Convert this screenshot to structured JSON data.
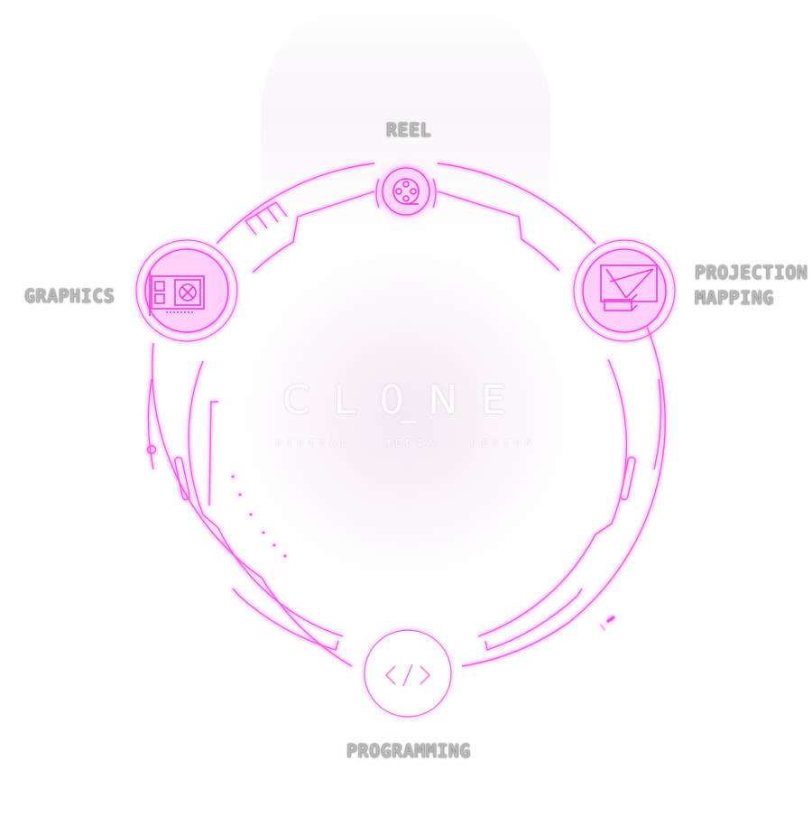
{
  "brand": {
    "logo_text": "CL0NE",
    "tagline": "DIGITAL · MEDIA · DESIGN"
  },
  "nav": {
    "reel": {
      "label": "REEL",
      "icon": "film-reel-icon"
    },
    "graphics": {
      "label": "GRAPHICS",
      "icon": "graphics-card-icon"
    },
    "projection": {
      "label_line1": "PROJECTION",
      "label_line2": "MAPPING",
      "icon": "projector-icon"
    },
    "programming": {
      "label": "PROGRAMMING",
      "icon": "code-brackets-icon"
    }
  },
  "colors": {
    "accent": "#ff44ee",
    "label": "#b9b9b9",
    "background": "#ffffff"
  }
}
